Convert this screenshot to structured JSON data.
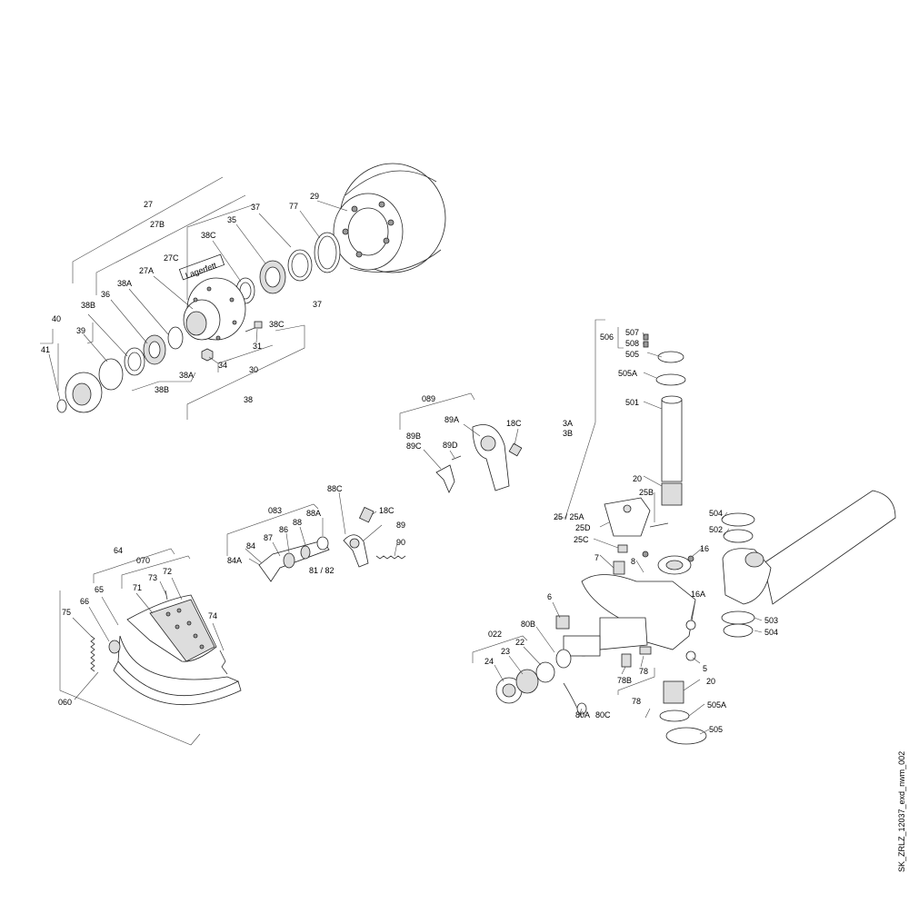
{
  "drawing_code": "SK_ZRLZ_12037_exd_nwm_002",
  "callouts": {
    "c27": "27",
    "c27B": "27B",
    "c27C": "27C",
    "lagerfett": "Lagerfett",
    "c27A": "27A",
    "c38C_a": "38C",
    "c35": "35",
    "c37_a": "37",
    "c77": "77",
    "c29": "29",
    "c40": "40",
    "c41": "41",
    "c39": "39",
    "c38B_a": "38B",
    "c36": "36",
    "c38A_a": "38A",
    "c38A_b": "38A",
    "c38B_b": "38B",
    "c34": "34",
    "c31": "31",
    "c30": "30",
    "c38": "38",
    "c38C_b": "38C",
    "c37_b": "37",
    "c089": "089",
    "c89A": "89A",
    "c18C_a": "18C",
    "c89B": "89B",
    "c89C": "89C",
    "c89D": "89D",
    "c88C": "88C",
    "c083": "083",
    "c88A": "88A",
    "c88": "88",
    "c86": "86",
    "c87": "87",
    "c84": "84",
    "c84A": "84A",
    "c81_82": "81 / 82",
    "c18C_b": "18C",
    "c89": "89",
    "c90": "90",
    "c64": "64",
    "c070": "070",
    "c73": "73",
    "c72": "72",
    "c71": "71",
    "c65": "65",
    "c66": "66",
    "c75": "75",
    "c74": "74",
    "c060": "060",
    "c3A": "3A",
    "c3B": "3B",
    "c506": "506",
    "c507": "507",
    "c508": "508",
    "c505_a": "505",
    "c505A_a": "505A",
    "c501": "501",
    "c20_a": "20",
    "c25B": "25B",
    "c25_25A": "25 / 25A",
    "c25D": "25D",
    "c25C": "25C",
    "c504_a": "504",
    "c502": "502",
    "c7": "7",
    "c8": "8",
    "c16": "16",
    "c6": "6",
    "c16A": "16A",
    "c503": "503",
    "c504_b": "504",
    "c5": "5",
    "c80B": "80B",
    "c022": "022",
    "c22": "22",
    "c23": "23",
    "c24": "24",
    "c78B": "78B",
    "c78_a": "78",
    "c78_b": "78",
    "c20_b": "20",
    "c505A_b": "505A",
    "c505_b": "505",
    "c80A": "80A",
    "c80C": "80C"
  }
}
